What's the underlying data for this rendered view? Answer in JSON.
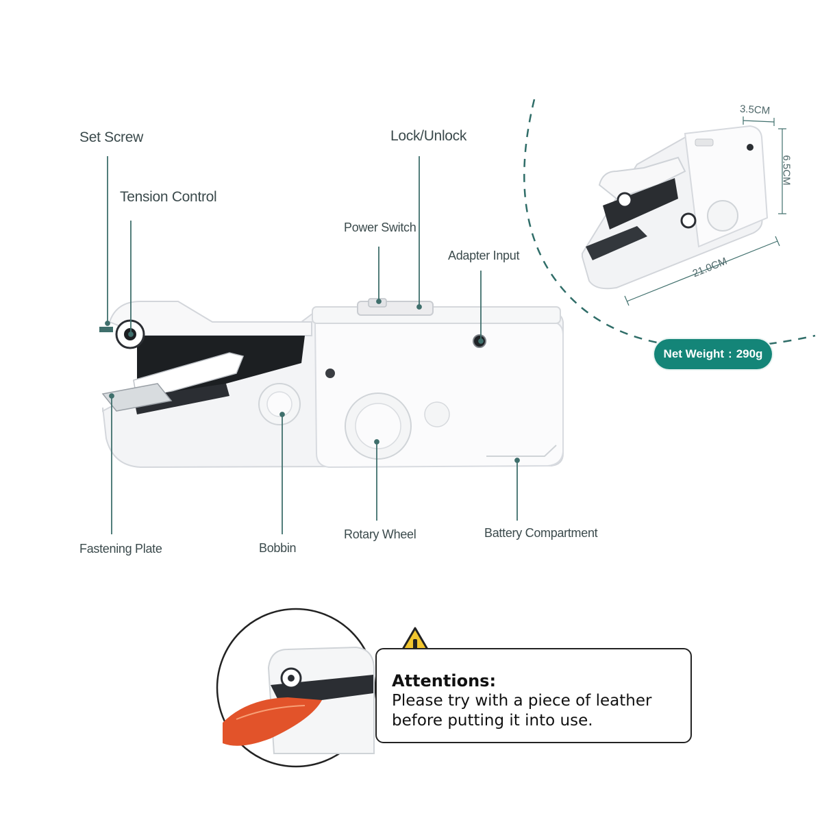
{
  "labels": {
    "set_screw": "Set Screw",
    "tension_control": "Tension Control",
    "power_switch": "Power Switch",
    "lock_unlock": "Lock/Unlock",
    "adapter_input": "Adapter Input",
    "fastening_plate": "Fastening Plate",
    "bobbin": "Bobbin",
    "rotary_wheel": "Rotary Wheel",
    "battery_compartment": "Battery Compartment"
  },
  "dimensions": {
    "width": "3.5CM",
    "height": "6.5CM",
    "length": "21.0CM"
  },
  "weight": {
    "label": "Net Weight",
    "separator": ":",
    "value": "290g"
  },
  "attention": {
    "title": "Attentions:",
    "line1": "Please try with a piece of leather",
    "line2": "before putting it into use."
  },
  "colors": {
    "accent": "#148578",
    "leader_line": "#3f6f6c",
    "warning": "#f2c62f"
  },
  "icons": [
    "warning-icon"
  ]
}
